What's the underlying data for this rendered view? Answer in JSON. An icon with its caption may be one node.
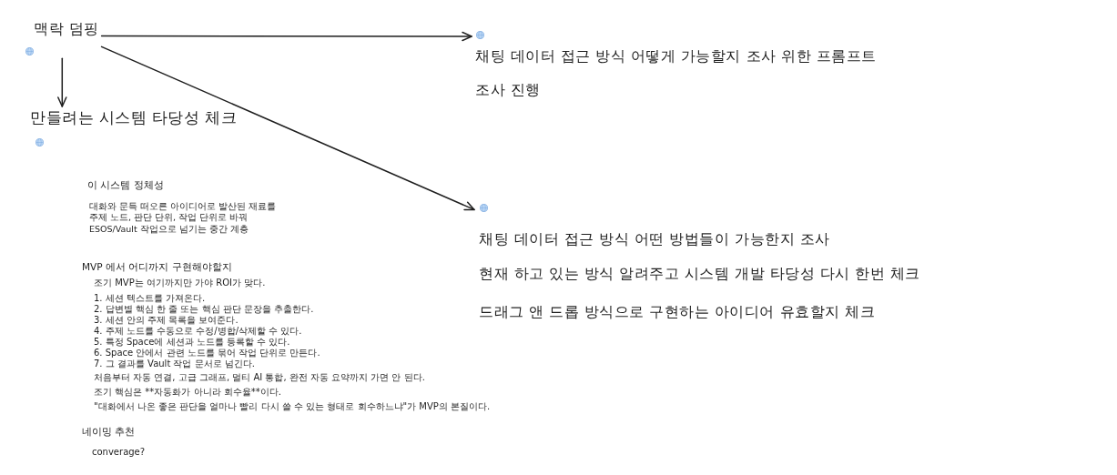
{
  "diagram": {
    "nodes": [
      {
        "text": [
          "맥락 덤핑"
        ]
      },
      {
        "text": [
          "채팅 데이터 접근 방식 어떻게 가능할지 조사 위한 프롬프트",
          "조사 진행"
        ]
      },
      {
        "text": [
          "만들려는 시스템 타당성 체크"
        ]
      },
      {
        "text": [
          "채팅 데이터 접근 방식 어떤 방법들이 가능한지 조사",
          "현재 하고 있는 방식 알려주고 시스템 개발 타당성 다시 한번 체크",
          "드래그 앤 드롭 방식으로 구현하는 아이디어 유효할지 체크"
        ]
      }
    ],
    "edges": [
      {
        "from": 0,
        "to": 1,
        "arrow": "to"
      },
      {
        "from": 0,
        "to": 2,
        "arrow": "to"
      },
      {
        "from": 0,
        "to": 3,
        "arrow": "to"
      }
    ],
    "labels": [
      "이 시스템 정체성",
      "대화와 문득 떠오른 아이디어로 발산된 재료를 주제 노드, 판단 단위, 작업 단위로 바꿔 ESOS/Vault 작업으로 넘기는 중간 계층",
      "MVP 에서 어디까지 구현해야할지",
      "조기 MVP는 여기까지만 가야 ROI가 맞다.",
      "1. 세션 텍스트를 가져온다.",
      "2. 답변별 핵심 한 줄 또는 핵심 판단 문장을 추출한다.",
      "3. 세션 안의 주제 목록을 보여준다.",
      "4. 주제 노드를 수동으로 수정/병합/삭제할 수 있다.",
      "5. 특정 Space에 세션과 노드를 등록할 수 있다.",
      "6. Space 안에서 관련 노드를 묶어 작업 단위로 만든다.",
      "7. 그 결과를 Vault 작업 문서로 넘긴다.",
      "처음부터 자동 연결, 고급 그래프, 멀티 AI 통합, 완전 자동 요약까지 가면 안 된다.",
      "조기 핵심은 **자동화가 아니라 회수율**이다.",
      "\"대화에서 나온 좋은 판단을 얼마나 빨리 다시 쓸 수 있는 형태로 회수하느냐\"가 MVP의 본질이다.",
      "네이밍 추천",
      "converage?"
    ]
  }
}
